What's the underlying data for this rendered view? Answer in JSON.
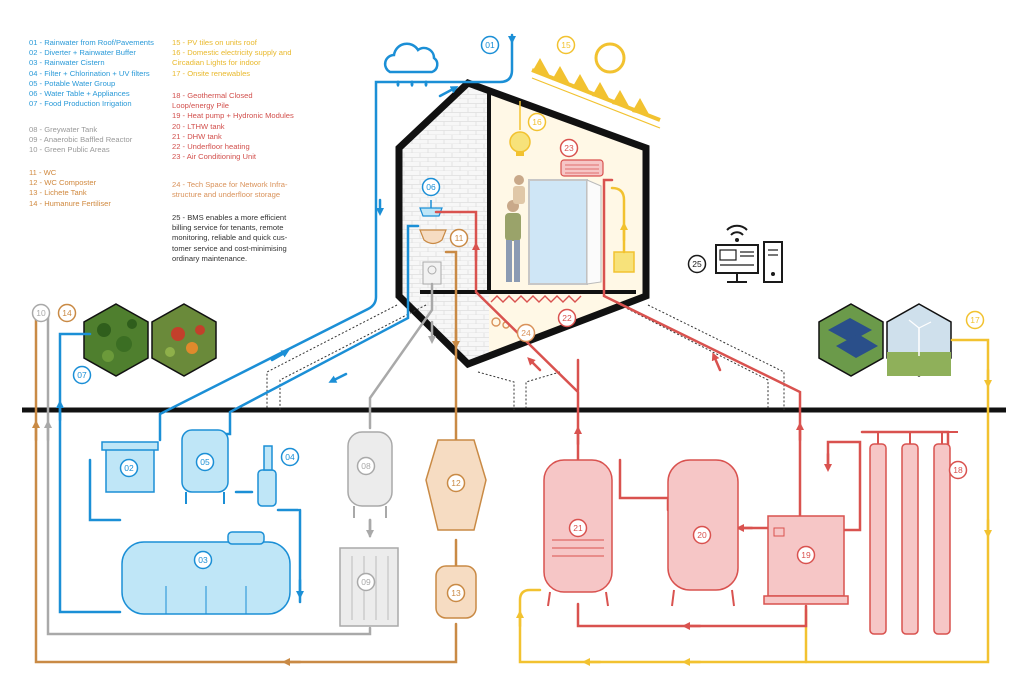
{
  "colors": {
    "blue": "#1b8fd6",
    "blue_fill": "#bfe6f7",
    "gray": "#a9a9a9",
    "brown": "#c98a45",
    "brown_fill": "#f6dcc2",
    "yellow": "#f2c230",
    "red": "#d9524f",
    "red_fill": "#f6c6c6",
    "dark": "#1a1a1a",
    "legend_blue": "#2a9ad8",
    "legend_gray": "#9a9a9a",
    "legend_brown": "#d0893f",
    "legend_yellow": "#e9b92c",
    "legend_red": "#d2504d",
    "legend_orange": "#d9925a",
    "legend_dark": "#333333"
  },
  "legend": {
    "water": [
      "01 - Rainwater from Roof/Pavements",
      "02 - Diverter + Rainwater Buffer",
      "03 - Rainwater Cistern",
      "04 - Filter + Chlorination + UV filters",
      "05 - Potable Water Group",
      "06 - Water Table + Appliances",
      "07 - Food Production Irrigation"
    ],
    "greywater": [
      "08 - Greywater Tank",
      "09 - Anaerobic Baffled Reactor",
      "10 - Green Public Areas"
    ],
    "waste": [
      "11 - WC",
      "12 - WC Composter",
      "13 - Lichete Tank",
      "14 - Humanure Fertiliser"
    ],
    "renewables": [
      "15 - PV tiles on units roof",
      "16 - Domestic electricity supply and",
      "Circadian Lights for indoor",
      "17 - Onsite renewables"
    ],
    "heating": [
      "18 - Geothermal Closed",
      "Loop/energy Pile",
      "19 - Heat pump + Hydronic Modules",
      "20 - LTHW tank",
      "21 - DHW tank",
      "22 - Underfloor heating",
      "23 - Air Conditioning Unit"
    ],
    "tech": [
      "24 - Tech Space for Network Infra-",
      "structure and underfloor storage"
    ],
    "bms": [
      "25 - BMS enables a more efficient",
      "billing service for tenants, remote",
      "monitoring, reliable and quick cus-",
      "tomer service and cost-minimising",
      "ordinary maintenance."
    ]
  },
  "markers": [
    {
      "label": "01",
      "system": "blue"
    },
    {
      "label": "02",
      "system": "blue"
    },
    {
      "label": "03",
      "system": "blue"
    },
    {
      "label": "04",
      "system": "blue"
    },
    {
      "label": "05",
      "system": "blue"
    },
    {
      "label": "06",
      "system": "blue"
    },
    {
      "label": "07",
      "system": "blue"
    },
    {
      "label": "08",
      "system": "gray"
    },
    {
      "label": "09",
      "system": "gray"
    },
    {
      "label": "10",
      "system": "gray"
    },
    {
      "label": "11",
      "system": "brown"
    },
    {
      "label": "12",
      "system": "brown"
    },
    {
      "label": "13",
      "system": "brown"
    },
    {
      "label": "14",
      "system": "brown"
    },
    {
      "label": "15",
      "system": "yellow"
    },
    {
      "label": "16",
      "system": "yellow"
    },
    {
      "label": "17",
      "system": "yellow"
    },
    {
      "label": "18",
      "system": "red"
    },
    {
      "label": "19",
      "system": "red"
    },
    {
      "label": "20",
      "system": "red"
    },
    {
      "label": "21",
      "system": "red"
    },
    {
      "label": "22",
      "system": "red"
    },
    {
      "label": "23",
      "system": "red"
    },
    {
      "label": "24",
      "system": "orange"
    },
    {
      "label": "25",
      "system": "dark"
    }
  ],
  "icons": [
    "rain-cloud-icon",
    "sun-icon",
    "wifi-icon",
    "computer-icon",
    "lightbulb-icon"
  ]
}
